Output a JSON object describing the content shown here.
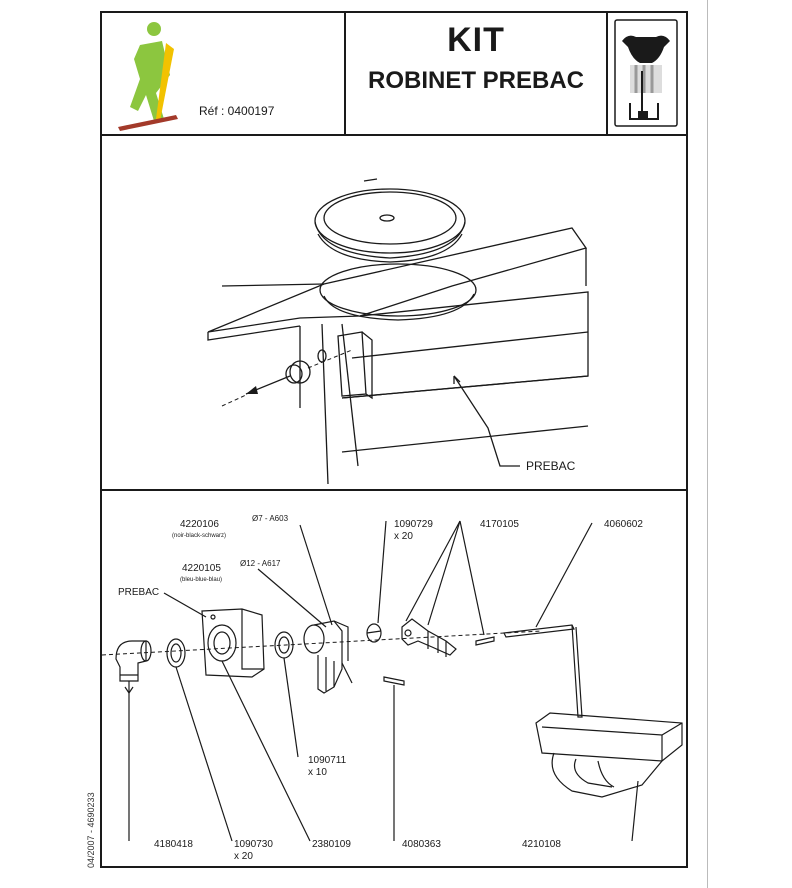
{
  "header": {
    "ref": "Réf : 0400197",
    "kit": "KIT",
    "subtitle": "ROBINET PREBAC"
  },
  "top_diagram": {
    "label_prebac": "PREBAC"
  },
  "parts": {
    "p4220106": "4220106",
    "p4220106_note": "(noir-black-schwarz)",
    "p4220106_spec": "Ø7 - A603",
    "p4220105": "4220105",
    "p4220105_note": "(bleu-blue-blau)",
    "p4220105_spec": "Ø12 - A617",
    "prebac": "PREBAC",
    "p1090729": "1090729",
    "p1090729_qty": "x 20",
    "p4170105": "4170105",
    "p4060602": "4060602",
    "p1090711": "1090711",
    "p1090711_qty": "x 10",
    "p4180418": "4180418",
    "p1090730": "1090730",
    "p1090730_qty": "x 20",
    "p2380109": "2380109",
    "p4080363": "4080363",
    "p4210108": "4210108"
  },
  "side_code": "04/2007 - 4690233",
  "colors": {
    "logo_green": "#8cc63f",
    "logo_yellow": "#f2c200",
    "logo_red": "#a33a2a",
    "line": "#1a1a1a"
  }
}
